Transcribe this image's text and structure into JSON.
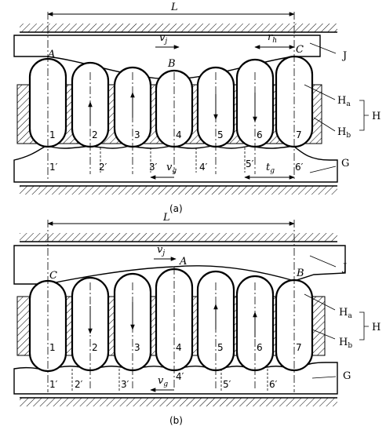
{
  "panel_a": {
    "caption": "(a)",
    "length_label": "L",
    "velocity_top": "v",
    "velocity_top_sub": "j",
    "velocity_bottom": "v",
    "velocity_bottom_sub": "g",
    "point_labels": [
      "A",
      "B",
      "C"
    ],
    "pitch_top": "r",
    "pitch_top_sub": "h",
    "pitch_bottom": "t",
    "pitch_bottom_sub": "g",
    "roller_numbers": [
      "1",
      "2",
      "3",
      "4",
      "5",
      "6",
      "7"
    ],
    "contact_numbers": [
      "1′",
      "2′",
      "3′",
      "4′",
      "5′",
      "6′"
    ],
    "part_labels": {
      "J": "J",
      "Ha": "H",
      "Ha_sub": "a",
      "Hb": "H",
      "Hb_sub": "b",
      "H": "H",
      "G": "G"
    }
  },
  "panel_b": {
    "caption": "(b)",
    "length_label": "L",
    "velocity_top": "v",
    "velocity_top_sub": "j",
    "velocity_bottom": "v",
    "velocity_bottom_sub": "g",
    "point_labels": [
      "C",
      "A",
      "B"
    ],
    "roller_numbers": [
      "1",
      "2",
      "3",
      "4",
      "5",
      "6",
      "7"
    ],
    "contact_numbers": [
      "1′",
      "2′",
      "3′",
      "4′",
      "5′",
      "6′"
    ],
    "part_labels": {
      "J": "J",
      "Ha": "H",
      "Ha_sub": "a",
      "Hb": "H",
      "Hb_sub": "b",
      "H": "H",
      "G": "G"
    }
  }
}
